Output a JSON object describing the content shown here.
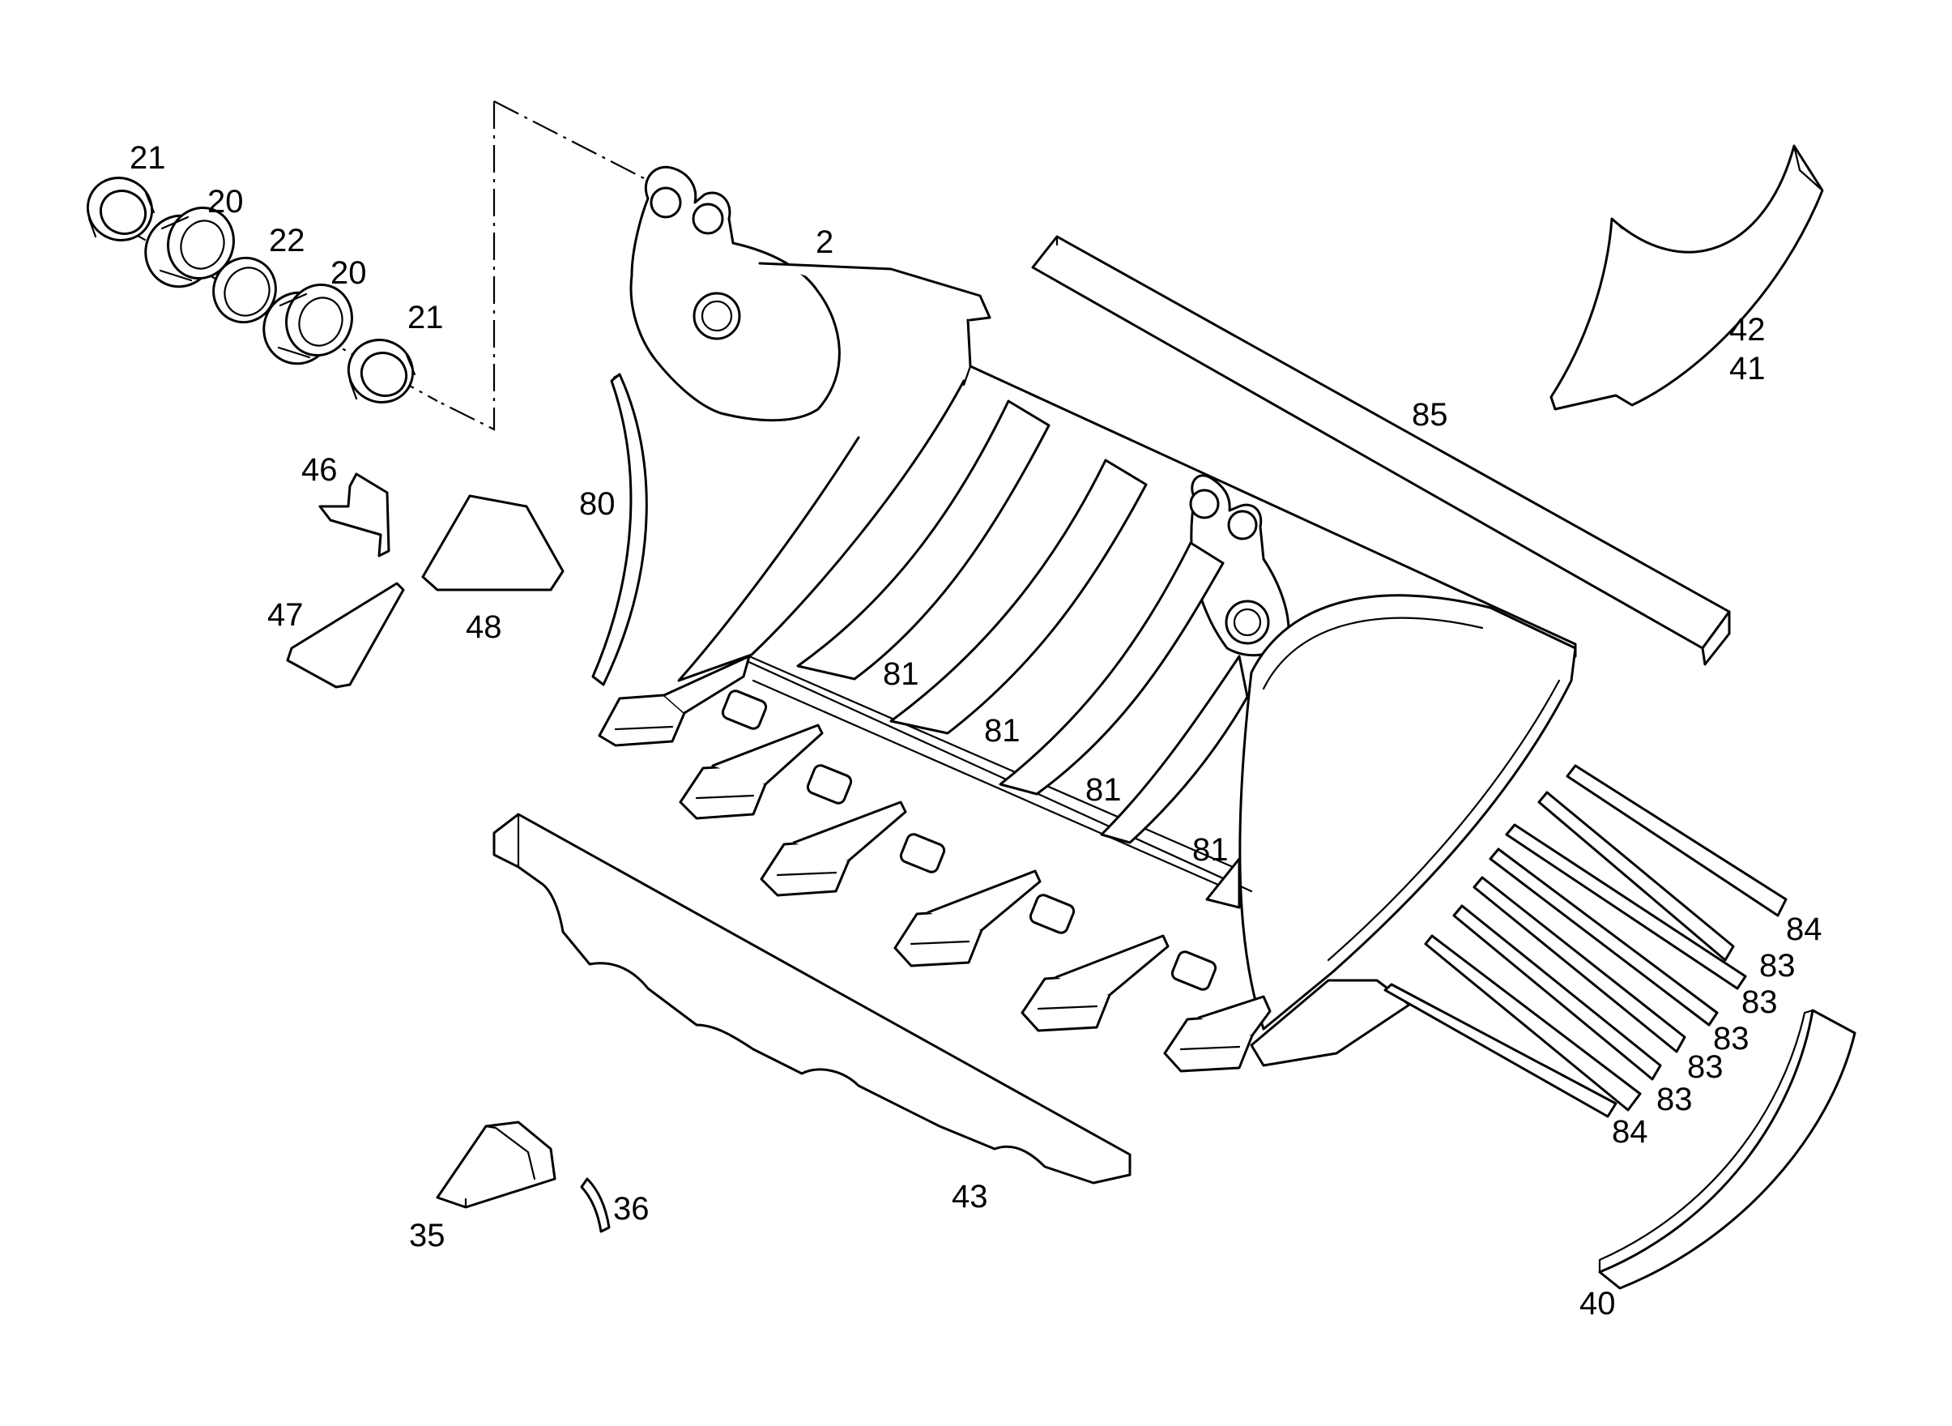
{
  "diagram": {
    "line_color": "#000000",
    "background": "#ffffff",
    "callouts": {
      "ring_seal_left": "21",
      "bushing_left": "20",
      "spacer_ring": "22",
      "bushing_right": "20",
      "ring_seal_right": "21",
      "bucket": "2",
      "side_plate": "42",
      "side_plate_alt": "41",
      "top_bar": "85",
      "l_plate": "46",
      "side_strip": "80",
      "corner_gusset": "47",
      "wedge_block": "48",
      "wear_strip_1": "81",
      "wear_strip_2": "81",
      "wear_strip_3": "81",
      "wear_strip_4": "81",
      "bottom_strip_84a": "84",
      "bottom_strip_83a": "83",
      "bottom_strip_83b": "83",
      "bottom_strip_83c": "83",
      "bottom_strip_83d": "83",
      "bottom_strip_83e": "83",
      "bottom_strip_84b": "84",
      "cutting_edge": "43",
      "tooth": "35",
      "retainer_pin": "36",
      "curved_wear_plate": "40"
    }
  }
}
